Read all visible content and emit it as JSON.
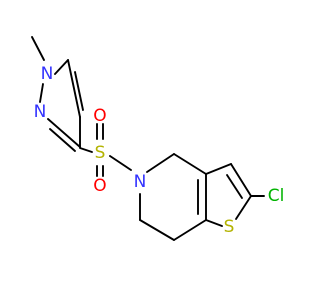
{
  "molecule": {
    "atoms": {
      "methyl": "",
      "pyrazole_N1": "N",
      "pyrazole_N2": "N",
      "sulfonyl_S": "S",
      "sulfonyl_O_top": "O",
      "sulfonyl_O_bottom": "O",
      "ring_N": "N",
      "thiophene_S": "S",
      "chlorine": "Cl"
    },
    "colors": {
      "nitrogen": "#3333ff",
      "oxygen": "#ff0000",
      "sulfur": "#b3b300",
      "chlorine": "#00b300",
      "bond": "#000000"
    }
  }
}
